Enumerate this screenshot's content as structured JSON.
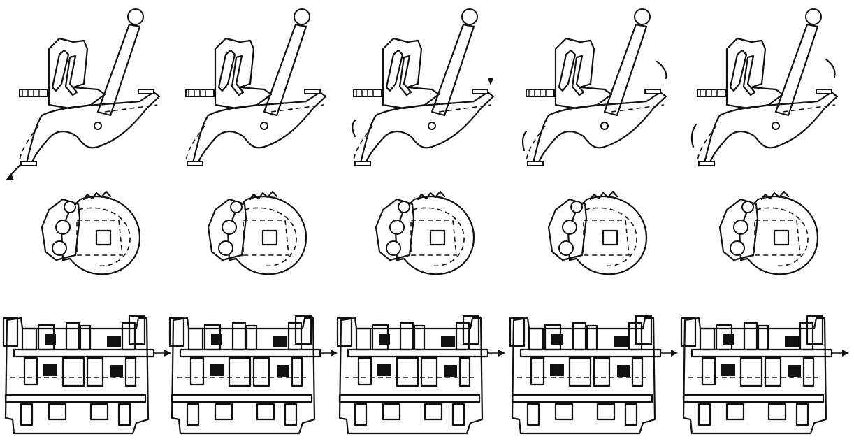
{
  "figure": {
    "columns": 5,
    "rows": [
      "lever-selector",
      "detent-disc",
      "gearbox-section"
    ],
    "ink_color": "#111111",
    "paper_color": "#ffffff"
  }
}
